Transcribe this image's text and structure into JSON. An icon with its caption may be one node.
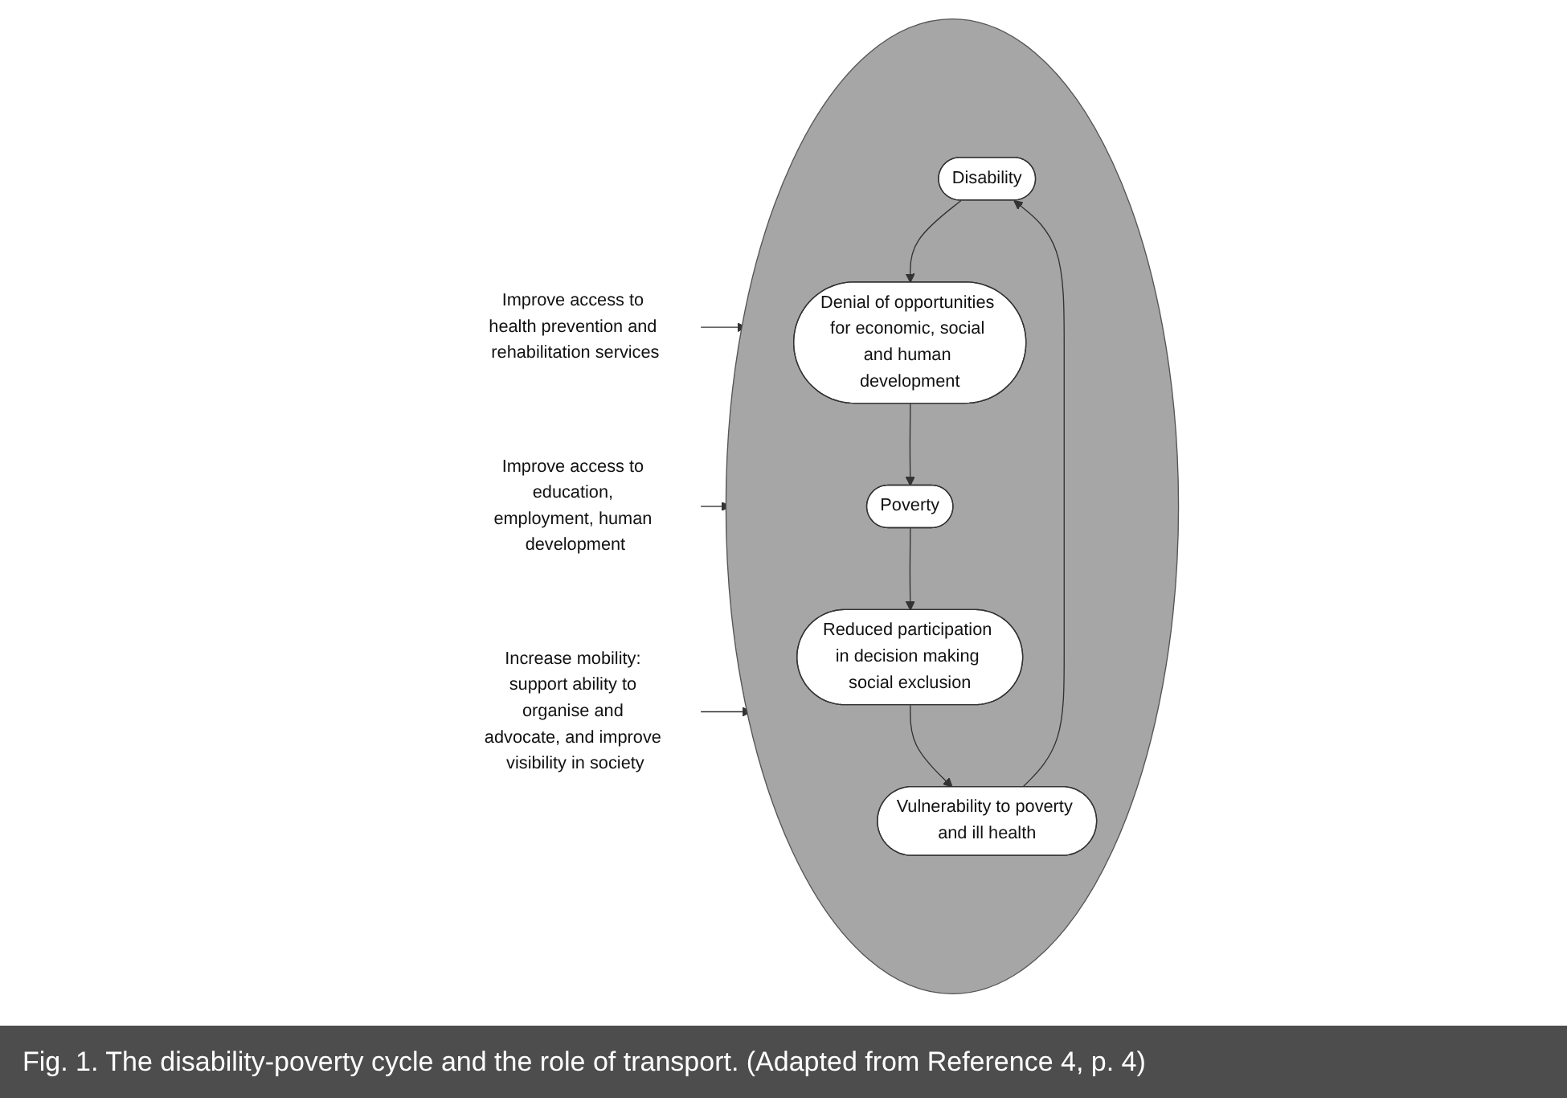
{
  "diagram": {
    "caption": "Fig. 1. The disability-poverty cycle and the role of transport. (Adapted from Reference 4, p. 4)",
    "nodes": [
      {
        "text": [],
        "shape": "circle"
      },
      {
        "text": [
          "Disability"
        ],
        "in": 0
      },
      {
        "text": [
          "Vulnerability to poverty and ill health"
        ],
        "in": 0
      },
      {
        "text": [
          "Denial of opportunities for economic, social and human development"
        ],
        "in": 0
      },
      {
        "text": [
          "Reduced participation in decision making social exclusion"
        ],
        "in": 0
      },
      {
        "text": [
          "Poverty"
        ],
        "in": 0
      },
      {
        "text": [
          "Improve access to health prevention and rehabilitation services"
        ]
      },
      {
        "text": [
          "Improve access to education, employment, human development"
        ]
      },
      {
        "text": [
          "Increase mobility: support ability to organise and advocate, and improve visibility in society"
        ]
      }
    ],
    "edges": [
      {
        "from": 2,
        "to": 1,
        "arrow": "to"
      },
      {
        "from": 1,
        "to": 3,
        "arrow": "to"
      },
      {
        "from": 3,
        "to": 5,
        "arrow": "to"
      },
      {
        "from": 5,
        "to": 4,
        "arrow": "to"
      },
      {
        "from": 4,
        "to": 2,
        "arrow": "to"
      },
      {
        "from": 6,
        "to": 0,
        "arrow": "to"
      },
      {
        "from": 7,
        "to": 0,
        "arrow": "to"
      },
      {
        "from": 8,
        "to": 0,
        "arrow": "to"
      }
    ]
  }
}
